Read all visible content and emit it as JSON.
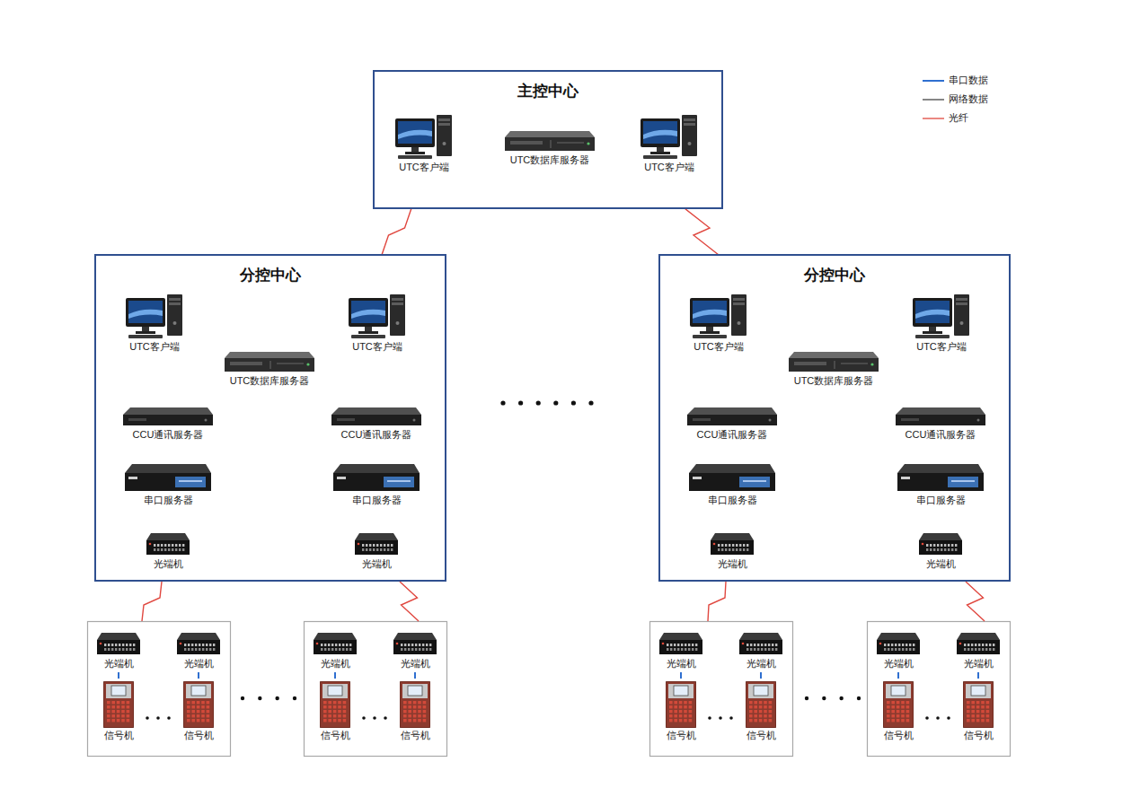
{
  "diagram": {
    "nodes": [
      {
        "text": [
          "主控中心"
        ]
      },
      {
        "text": [
          "UTC客户端"
        ],
        "in": 0
      },
      {
        "text": [
          "UTC数据库服务器"
        ],
        "in": 0
      },
      {
        "text": [
          "UTC客户端"
        ],
        "in": 0
      },
      {
        "text": [
          "分控中心"
        ]
      },
      {
        "text": [
          "UTC客户端"
        ],
        "in": 4
      },
      {
        "text": [
          "UTC客户端"
        ],
        "in": 4
      },
      {
        "text": [
          "UTC数据库服务器"
        ],
        "in": 4
      },
      {
        "text": [
          "CCU通讯服务器"
        ],
        "in": 4
      },
      {
        "text": [
          "CCU通讯服务器"
        ],
        "in": 4
      },
      {
        "text": [
          "串口服务器"
        ],
        "in": 4
      },
      {
        "text": [
          "串口服务器"
        ],
        "in": 4
      },
      {
        "text": [
          "光端机"
        ],
        "in": 4
      },
      {
        "text": [
          "光端机"
        ],
        "in": 4
      },
      {
        "text": [
          "分控中心"
        ]
      },
      {
        "text": [
          "UTC客户端"
        ],
        "in": 14
      },
      {
        "text": [
          "UTC客户端"
        ],
        "in": 14
      },
      {
        "text": [
          "UTC数据库服务器"
        ],
        "in": 14
      },
      {
        "text": [
          "CCU通讯服务器"
        ],
        "in": 14
      },
      {
        "text": [
          "CCU通讯服务器"
        ],
        "in": 14
      },
      {
        "text": [
          "串口服务器"
        ],
        "in": 14
      },
      {
        "text": [
          "串口服务器"
        ],
        "in": 14
      },
      {
        "text": [
          "光端机"
        ],
        "in": 14
      },
      {
        "text": [
          "光端机"
        ],
        "in": 14
      },
      {
        "text": [
          "光端机"
        ]
      },
      {
        "text": [
          "光端机"
        ]
      },
      {
        "text": [
          "信号机"
        ]
      },
      {
        "text": [
          "信号机"
        ]
      },
      {
        "text": [
          "光端机"
        ]
      },
      {
        "text": [
          "光端机"
        ]
      },
      {
        "text": [
          "信号机"
        ]
      },
      {
        "text": [
          "信号机"
        ]
      },
      {
        "text": [
          "光端机"
        ]
      },
      {
        "text": [
          "光端机"
        ]
      },
      {
        "text": [
          "信号机"
        ]
      },
      {
        "text": [
          "信号机"
        ]
      },
      {
        "text": [
          "光端机"
        ]
      },
      {
        "text": [
          "光端机"
        ]
      },
      {
        "text": [
          "信号机"
        ]
      },
      {
        "text": [
          "信号机"
        ]
      }
    ],
    "edges": [
      {
        "from": 1,
        "to": 2,
        "arrow": "none"
      },
      {
        "from": 2,
        "to": 3,
        "arrow": "none"
      },
      {
        "from": 0,
        "to": 4,
        "arrow": "none"
      },
      {
        "from": 0,
        "to": 14,
        "arrow": "none"
      },
      {
        "from": 5,
        "to": 7,
        "arrow": "none"
      },
      {
        "from": 6,
        "to": 7,
        "arrow": "none"
      },
      {
        "from": 7,
        "to": 8,
        "arrow": "none"
      },
      {
        "from": 7,
        "to": 9,
        "arrow": "none"
      },
      {
        "from": 8,
        "to": 10,
        "arrow": "none"
      },
      {
        "from": 9,
        "to": 11,
        "arrow": "none"
      },
      {
        "from": 10,
        "to": 12,
        "arrow": "none"
      },
      {
        "from": 11,
        "to": 13,
        "arrow": "none"
      },
      {
        "from": 15,
        "to": 17,
        "arrow": "none"
      },
      {
        "from": 16,
        "to": 17,
        "arrow": "none"
      },
      {
        "from": 17,
        "to": 18,
        "arrow": "none"
      },
      {
        "from": 17,
        "to": 19,
        "arrow": "none"
      },
      {
        "from": 18,
        "to": 20,
        "arrow": "none"
      },
      {
        "from": 19,
        "to": 21,
        "arrow": "none"
      },
      {
        "from": 20,
        "to": 22,
        "arrow": "none"
      },
      {
        "from": 21,
        "to": 23,
        "arrow": "none"
      },
      {
        "from": 24,
        "to": 26,
        "arrow": "none"
      },
      {
        "from": 25,
        "to": 27,
        "arrow": "none"
      },
      {
        "from": 28,
        "to": 30,
        "arrow": "none"
      },
      {
        "from": 29,
        "to": 31,
        "arrow": "none"
      },
      {
        "from": 32,
        "to": 34,
        "arrow": "none"
      },
      {
        "from": 33,
        "to": 35,
        "arrow": "none"
      },
      {
        "from": 36,
        "to": 38,
        "arrow": "none"
      },
      {
        "from": 37,
        "to": 39,
        "arrow": "none"
      }
    ],
    "legend": [
      {
        "text": "串口数据"
      },
      {
        "text": "网络数据"
      },
      {
        "text": "光纤"
      }
    ]
  }
}
